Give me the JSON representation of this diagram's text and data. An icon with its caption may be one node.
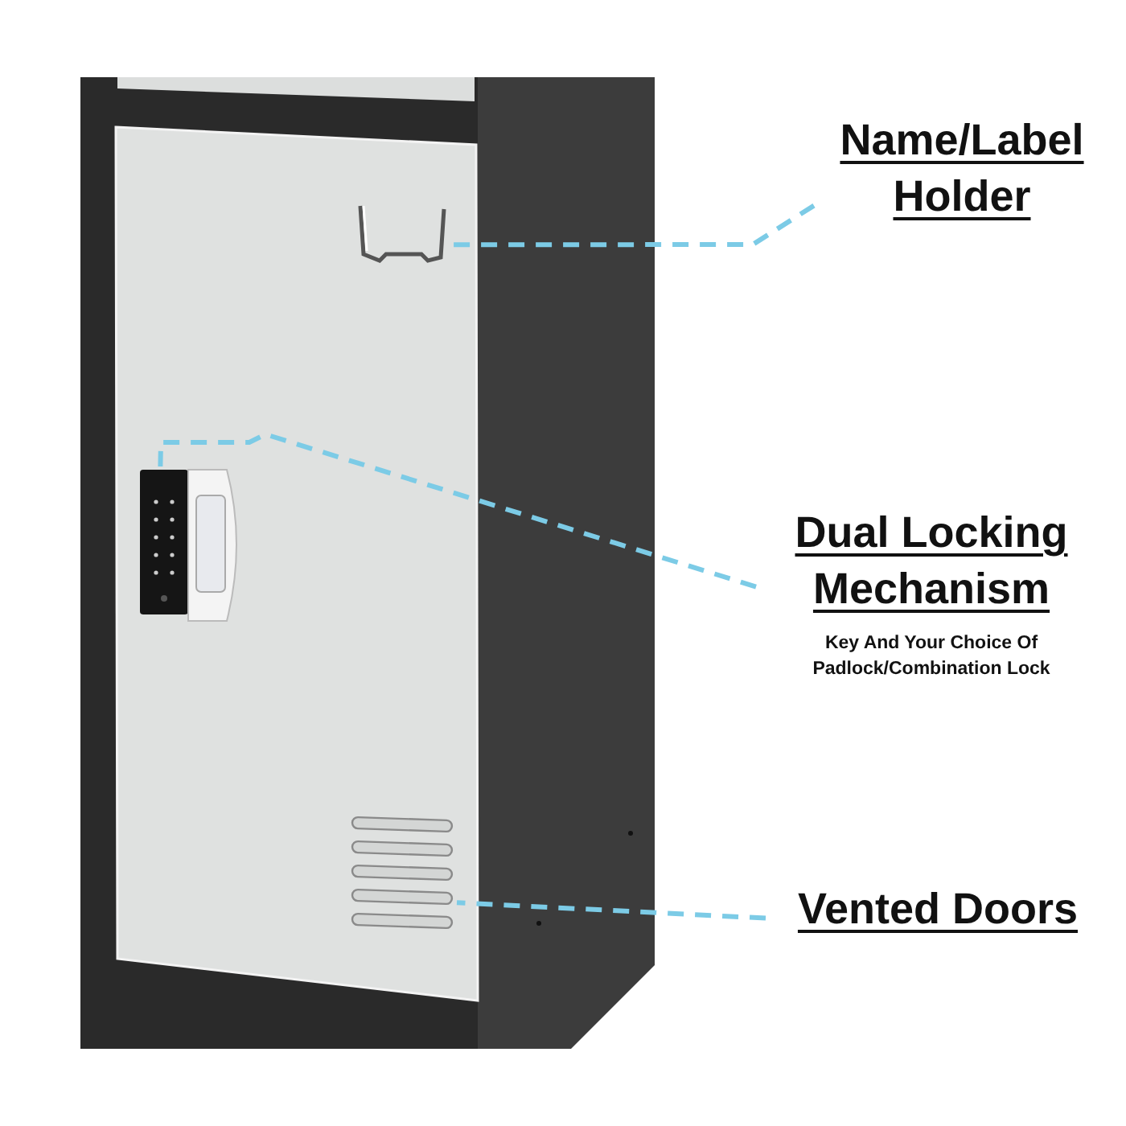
{
  "diagram": {
    "nodes": [
      {
        "text": [
          "Name/Label Holder"
        ]
      },
      {
        "text": [
          "Dual Locking Mechanism",
          "Key And Your Choice Of Padlock/Combination Lock"
        ]
      },
      {
        "text": [
          "Vented Doors"
        ]
      },
      {
        "text": [],
        "shape": "picture"
      },
      {
        "text": [],
        "shape": "picture"
      },
      {
        "text": [],
        "shape": "picture"
      }
    ],
    "edges": [
      {
        "from": 0,
        "to": 3,
        "arrow": "none",
        "style": "dashed"
      },
      {
        "from": 1,
        "to": 4,
        "arrow": "none",
        "style": "dashed"
      },
      {
        "from": 2,
        "to": 5,
        "arrow": "none",
        "style": "dashed"
      }
    ]
  }
}
